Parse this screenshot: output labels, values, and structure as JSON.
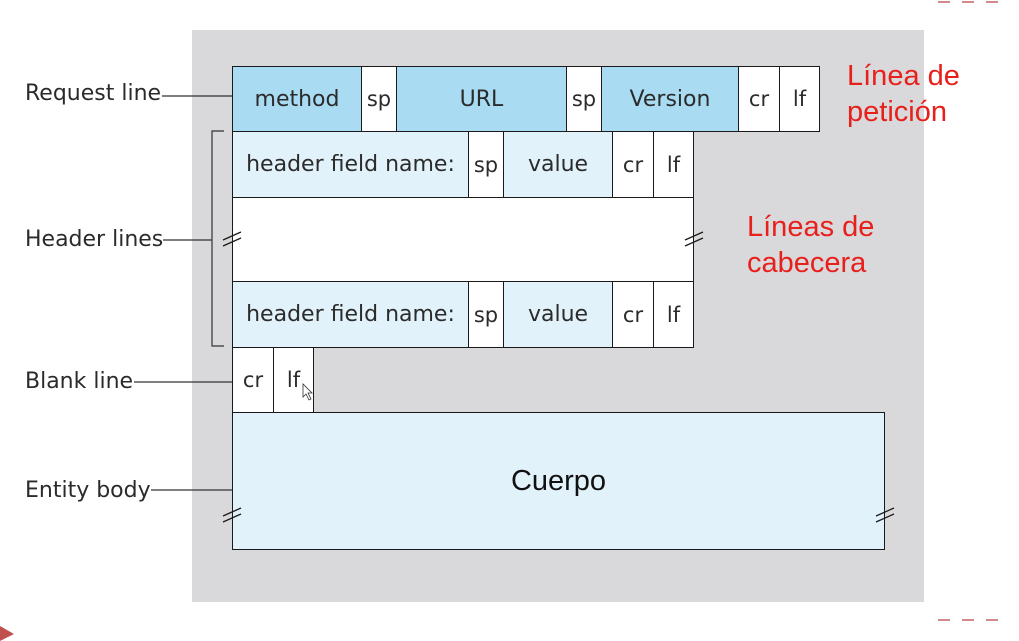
{
  "left_labels": {
    "request_line": "Request line",
    "header_lines": "Header lines",
    "blank_line": "Blank line",
    "entity_body": "Entity body"
  },
  "request_row": {
    "method": "method",
    "sp1": "sp",
    "url": "URL",
    "sp2": "sp",
    "version": "Version",
    "cr": "cr",
    "lf": "lf"
  },
  "header_row": {
    "field_name": "header field name:",
    "sp": "sp",
    "value": "value",
    "cr": "cr",
    "lf": "lf"
  },
  "blank_row": {
    "cr": "cr",
    "lf": "lf"
  },
  "body": {
    "label": "Cuerpo"
  },
  "annotations": {
    "request_line_es_1": "Línea de",
    "request_line_es_2": "petición",
    "header_lines_es_1": "Líneas de",
    "header_lines_es_2": "cabecera"
  },
  "colors": {
    "panel": "#d9d9db",
    "request_fill": "#a9dcf3",
    "header_fill": "#e2f2fa",
    "annotation": "#e8201c",
    "slide_accent": "#c0504d"
  }
}
